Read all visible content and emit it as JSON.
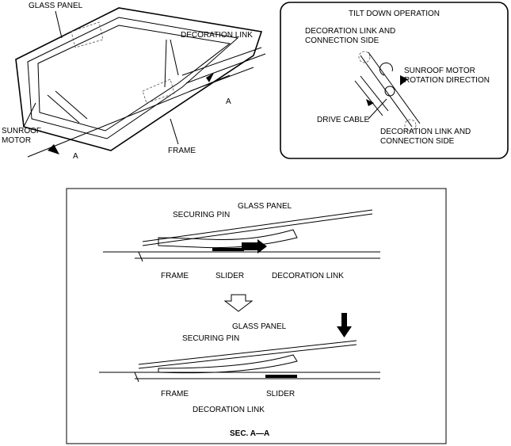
{
  "overview": {
    "glass_panel": "GLASS PANEL",
    "decoration_link": "DECORATION LINK",
    "section_mark_1": "A",
    "section_mark_2": "A",
    "sunroof_motor_1": "SUNROOF",
    "sunroof_motor_2": "MOTOR",
    "frame": "FRAME"
  },
  "tilt_panel": {
    "title": "TILT DOWN OPERATION",
    "deco_top_1": "DECORATION LINK AND",
    "deco_top_2": "CONNECTION SIDE",
    "motor_rot_1": "SUNROOF MOTOR",
    "motor_rot_2": "ROTATION DIRECTION",
    "drive_cable": "DRIVE CABLE",
    "deco_bot_1": "DECORATION LINK AND",
    "deco_bot_2": "CONNECTION SIDE"
  },
  "section": {
    "upper": {
      "glass_panel": "GLASS PANEL",
      "securing_pin": "SECURING PIN",
      "frame": "FRAME",
      "slider": "SLIDER",
      "decoration_link": "DECORATION LINK"
    },
    "lower": {
      "glass_panel": "GLASS PANEL",
      "securing_pin": "SECURING PIN",
      "frame": "FRAME",
      "slider": "SLIDER",
      "decoration_link": "DECORATION LINK"
    },
    "caption": "SEC. A—A"
  }
}
